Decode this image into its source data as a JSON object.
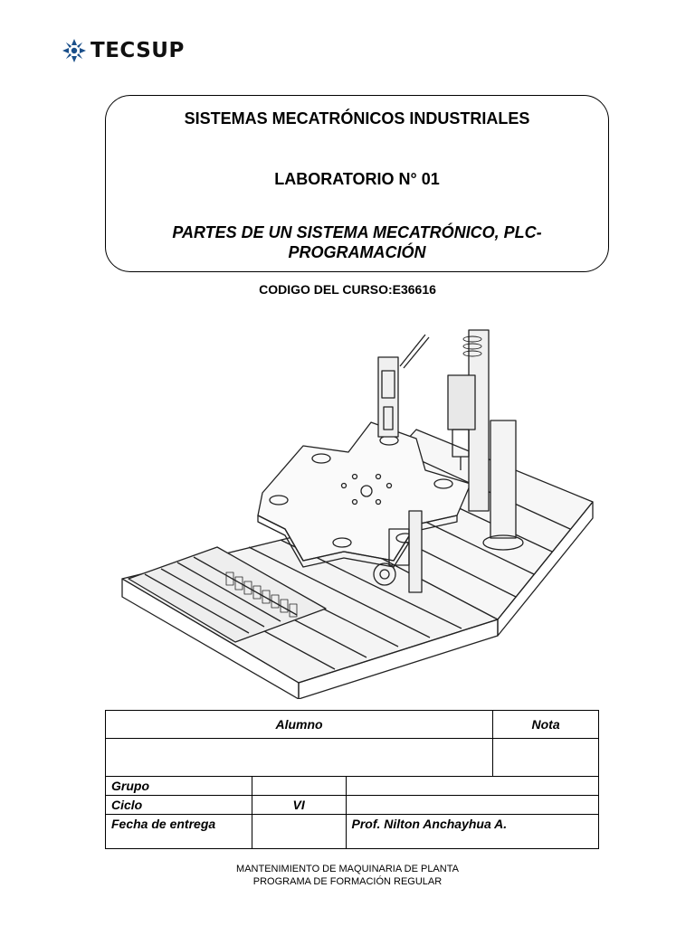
{
  "logo": {
    "text": "TECSUP",
    "icon": "tecsup-logo-icon",
    "color": "#1a4f8a"
  },
  "header": {
    "course_title": "SISTEMAS MECATRÓNICOS INDUSTRIALES",
    "lab_title": "LABORATORIO N° 01",
    "lab_subtitle": "PARTES DE UN SISTEMA MECATRÓNICO, PLC- PROGRAMACIÓN"
  },
  "course_code": "CODIGO DEL CURSO:E36616",
  "illustration": {
    "icon": "mechatronic-station-illustration"
  },
  "table": {
    "alumno_label": "Alumno",
    "nota_label": "Nota",
    "alumno_value": "",
    "nota_value": "",
    "grupo_label": "Grupo",
    "grupo_value": "",
    "ciclo_label": "Ciclo",
    "ciclo_value": "VI",
    "fecha_label": "Fecha de entrega",
    "fecha_value": "",
    "professor": "Prof.  Nilton Anchayhua A."
  },
  "footer": {
    "line1": "MANTENIMIENTO DE MAQUINARIA DE PLANTA",
    "line2": "PROGRAMA DE FORMACIÓN REGULAR"
  }
}
